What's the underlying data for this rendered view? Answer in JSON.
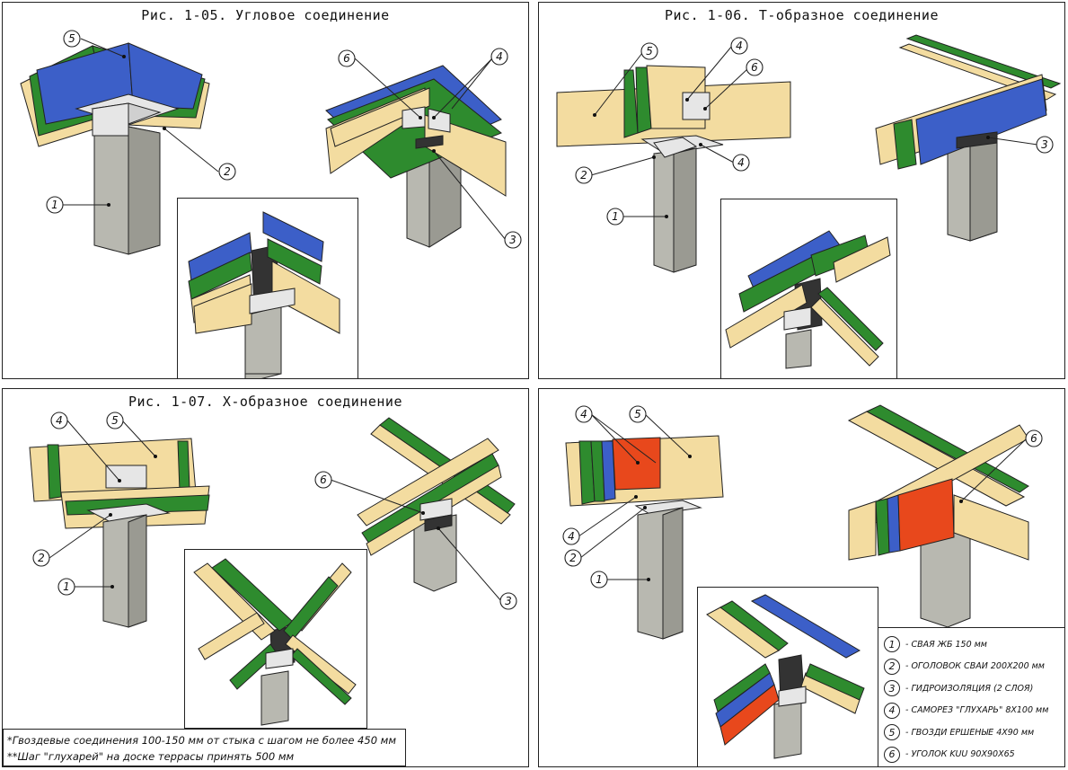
{
  "figures": {
    "fig_1_05": {
      "title": "Рис. 1-05. Угловое соединение"
    },
    "fig_1_06": {
      "title": "Рис. 1-06. Т-образное соединение"
    },
    "fig_1_07": {
      "title": "Рис. 1-07. Х-образное соединение"
    }
  },
  "callout_numbers": [
    "1",
    "2",
    "3",
    "4",
    "5",
    "6"
  ],
  "notes": [
    "*Гвоздевые соединения 100-150 мм от стыка с шагом не более 450 мм",
    "**Шаг \"глухарей\" на доске террасы принять 500 мм"
  ],
  "legend": [
    {
      "num": "1",
      "text": "- СВАЯ ЖБ 150 мм"
    },
    {
      "num": "2",
      "text": "- ОГОЛОВОК СВАИ 200Х200 мм"
    },
    {
      "num": "3",
      "text": "- ГИДРОИЗОЛЯЦИЯ (2 СЛОЯ)"
    },
    {
      "num": "4",
      "text": "- САМОРЕЗ \"ГЛУХАРЬ\" 8Х100 мм"
    },
    {
      "num": "5",
      "text": "- ГВОЗДИ ЕРШЕНЫЕ 4Х90 мм"
    },
    {
      "num": "6",
      "text": "- УГОЛОК KUU 90Х90Х65"
    }
  ],
  "colors": {
    "wood": "#f3dca0",
    "wood_edge": "#d9bb72",
    "green": "#2e8b2e",
    "blue": "#3c5fc8",
    "red": "#e8481c",
    "concrete": "#b8b8b0",
    "concrete_dark": "#9a9a92",
    "steel": "#e6e6e6",
    "tar": "#333333"
  }
}
